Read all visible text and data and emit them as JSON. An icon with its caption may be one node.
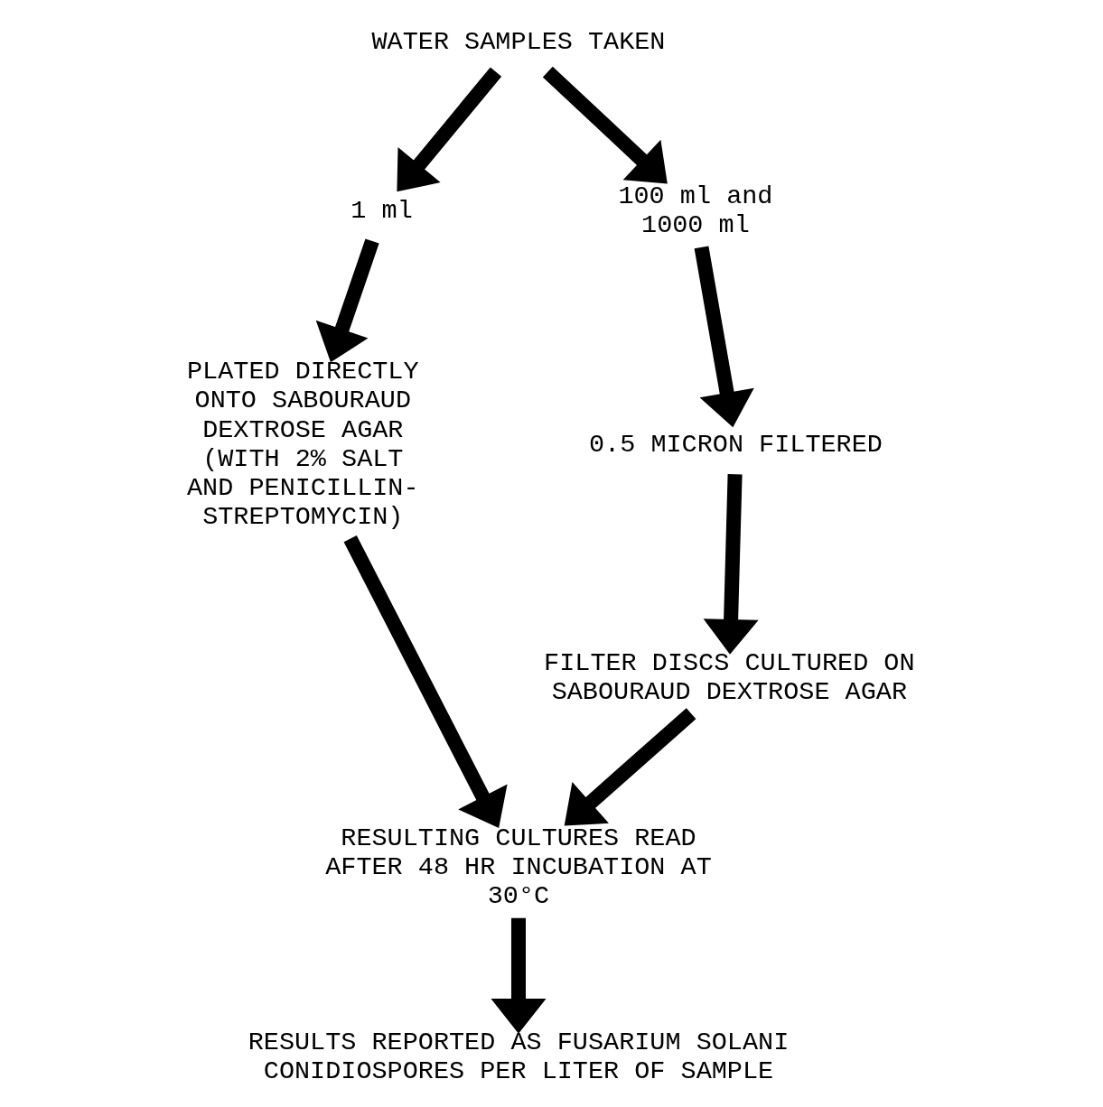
{
  "diagram": {
    "nodes": [
      {
        "text": [
          "WATER SAMPLES TAKEN"
        ]
      },
      {
        "text": [
          "1 ml"
        ]
      },
      {
        "text": [
          "100 ml and 1000 ml"
        ]
      },
      {
        "text": [
          "PLATED DIRECTLY ONTO SABOURAUD DEXTROSE AGAR (WITH 2% SALT AND PENICILLIN-STREPTOMYCIN)"
        ]
      },
      {
        "text": [
          "0.5 MICRON FILTERED"
        ]
      },
      {
        "text": [
          "FILTER DISCS CULTURED ON SABOURAUD DEXTROSE AGAR"
        ]
      },
      {
        "text": [
          "RESULTING CULTURES READ AFTER 48 HR INCUBATION AT 30°C"
        ]
      },
      {
        "text": [
          "RESULTS REPORTED AS FUSARIUM SOLANI CONIDIOSPORES PER LITER OF SAMPLE"
        ]
      }
    ],
    "edges": [
      {
        "from": 0,
        "to": 1,
        "arrow": "to"
      },
      {
        "from": 0,
        "to": 2,
        "arrow": "to"
      },
      {
        "from": 1,
        "to": 3,
        "arrow": "to"
      },
      {
        "from": 2,
        "to": 4,
        "arrow": "to"
      },
      {
        "from": 4,
        "to": 5,
        "arrow": "to"
      },
      {
        "from": 3,
        "to": 6,
        "arrow": "to"
      },
      {
        "from": 5,
        "to": 6,
        "arrow": "to"
      },
      {
        "from": 6,
        "to": 7,
        "arrow": "to"
      }
    ]
  }
}
